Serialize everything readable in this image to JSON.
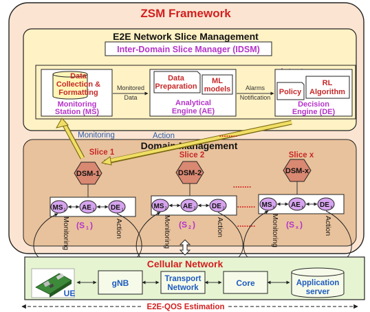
{
  "zsm": {
    "title": "ZSM Framework"
  },
  "e2e": {
    "title": "E2E Network Slice Management",
    "idsm": "Inter-Domain Slice Manager (IDSM)",
    "intents": "Intents",
    "ms": {
      "box_line1": "Data",
      "box_line2": "Collection &",
      "box_line3": "Formatting",
      "label_line1": "Monitoring",
      "label_line2": "Station (MS)"
    },
    "flow1_line1": "Monitored",
    "flow1_line2": "Data",
    "ae": {
      "prep_line1": "Data",
      "prep_line2": "Preparation",
      "ml_line1": "ML",
      "ml_line2": "models",
      "label_line1": "Analytical",
      "label_line2": "Engine (AE)"
    },
    "flow2_line1": "Alarms",
    "flow2_line2": "Notification",
    "de": {
      "policy": "Policy",
      "rl_line1": "RL",
      "rl_line2": "Algorithm",
      "label_line1": "Decision",
      "label_line2": "Engine (DE)"
    }
  },
  "monitoring_label": "Monitoring",
  "action_label": "Action",
  "dots": "........",
  "domain": {
    "title": "Domain Management",
    "slices": [
      {
        "label": "Slice 1",
        "dsm": "DSM-1",
        "ms": "MS",
        "ae": "AE",
        "de": "DE",
        "sub": "1",
        "s": "(S",
        "s_close": ")"
      },
      {
        "label": "Slice 2",
        "dsm": "DSM-2",
        "ms": "MS",
        "ae": "AE",
        "de": "DE",
        "sub": "2",
        "s": "(S",
        "s_close": ")"
      },
      {
        "label": "Slice x",
        "dsm": "DSM-x",
        "ms": "MS",
        "ae": "AE",
        "de": "DE",
        "sub": "x",
        "s": "(S",
        "s_close": ")"
      }
    ],
    "monitoring_vertical": "Monitoring",
    "action_vertical": "Action"
  },
  "cellular": {
    "title": "Cellular Network",
    "ue": "UE",
    "gnb": "gNB",
    "transport_line1": "Transport",
    "transport_line2": "Network",
    "core": "Core",
    "app_line1": "Application",
    "app_line2": "server"
  },
  "e2e_qos": "E2E-QOS Estimation"
}
